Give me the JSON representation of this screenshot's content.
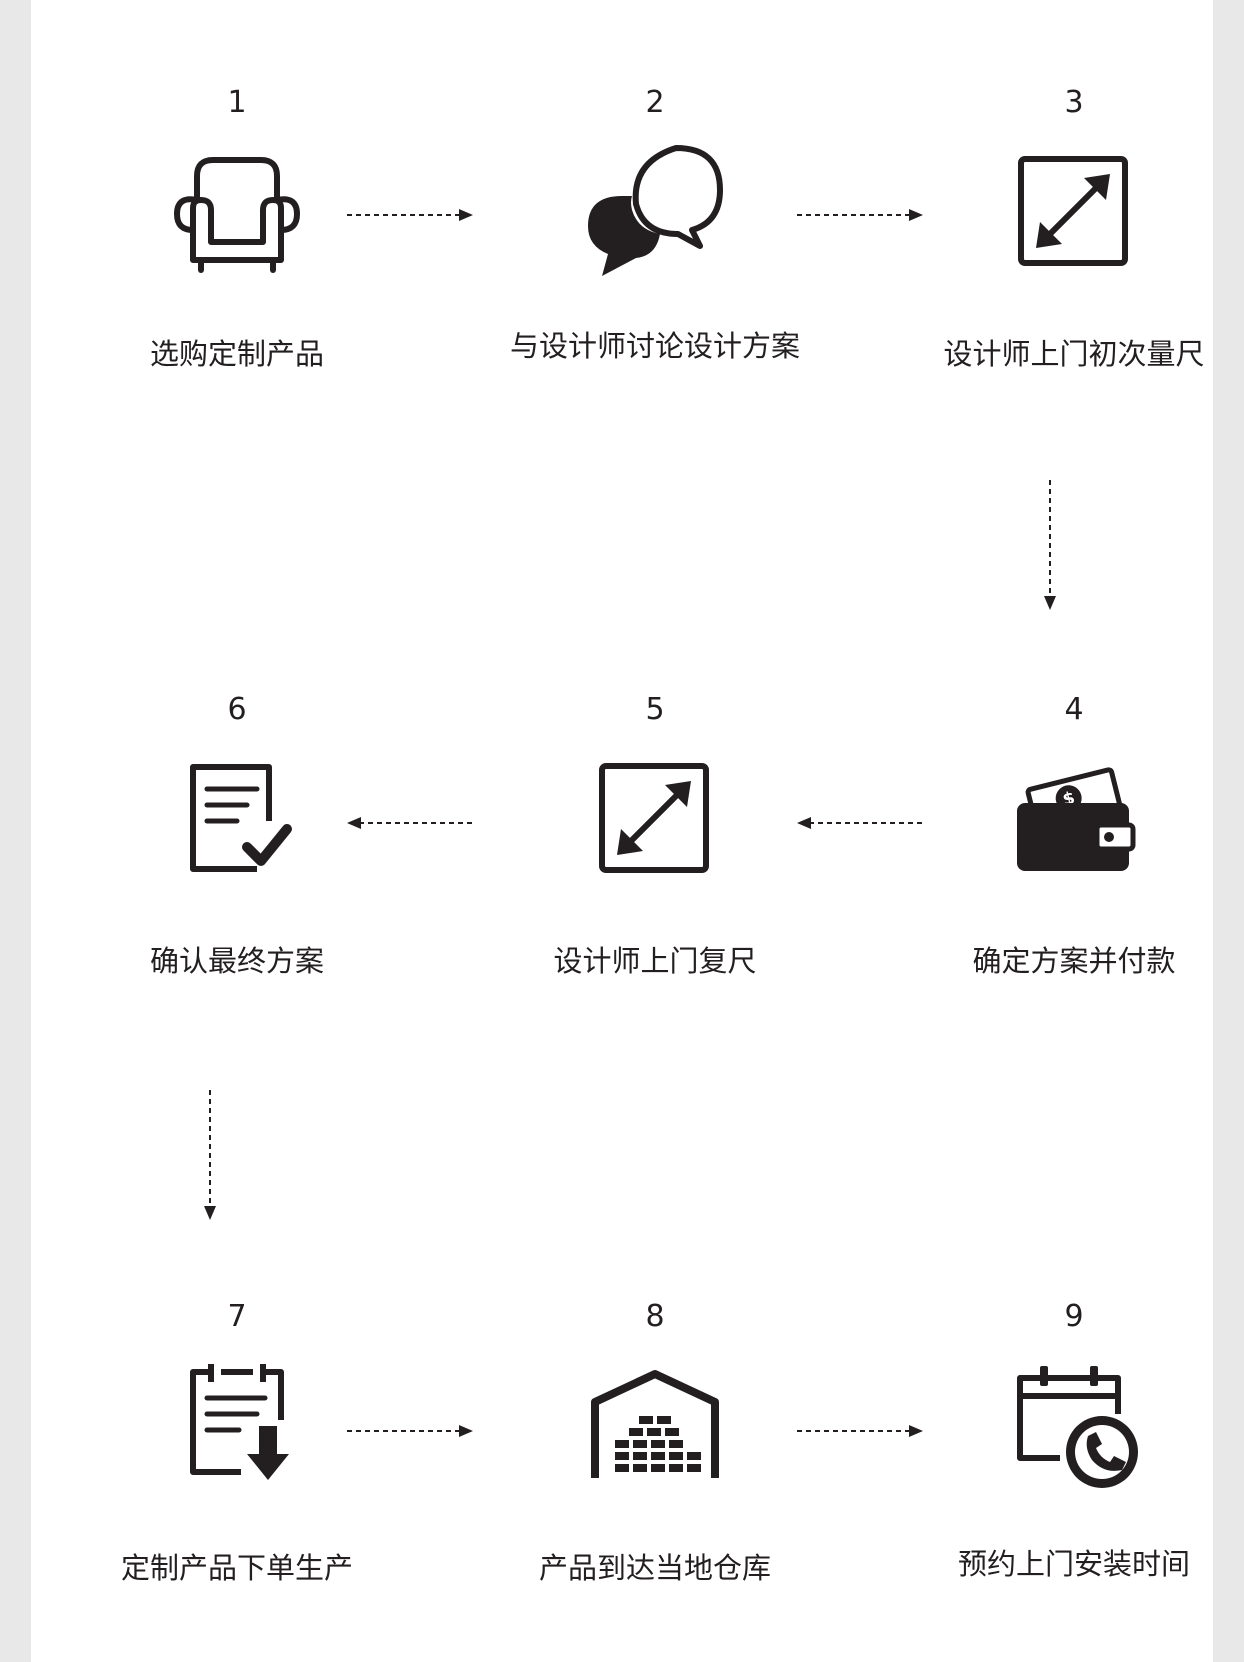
{
  "steps": [
    {
      "number": "1",
      "label": "选购定制产品",
      "icon": "armchair-icon"
    },
    {
      "number": "2",
      "label": "与设计师讨论设计方案",
      "icon": "speech-bubbles-icon"
    },
    {
      "number": "3",
      "label": "设计师上门初次量尺",
      "icon": "resize-arrows-icon"
    },
    {
      "number": "4",
      "label": "确定方案并付款",
      "icon": "wallet-icon"
    },
    {
      "number": "5",
      "label": "设计师上门复尺",
      "icon": "resize-arrows-icon"
    },
    {
      "number": "6",
      "label": "确认最终方案",
      "icon": "document-check-icon"
    },
    {
      "number": "7",
      "label": "定制产品下单生产",
      "icon": "clipboard-download-icon"
    },
    {
      "number": "8",
      "label": "产品到达当地仓库",
      "icon": "warehouse-icon"
    },
    {
      "number": "9",
      "label": "预约上门安装时间",
      "icon": "calendar-phone-icon"
    }
  ],
  "colors": {
    "ink": "#231f20",
    "background": "#e8e8e8",
    "panel": "#ffffff"
  }
}
